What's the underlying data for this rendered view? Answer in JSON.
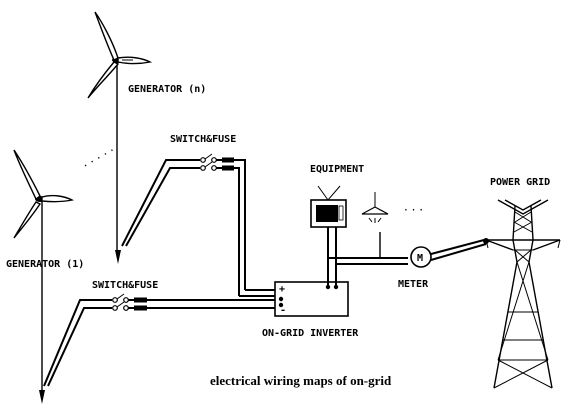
{
  "labels": {
    "generator_n": "GENERATOR (n)",
    "generator_1": "GENERATOR (1)",
    "switch_fuse_top": "SWITCH&FUSE",
    "switch_fuse_bottom": "SWITCH&FUSE",
    "equipment": "EQUIPMENT",
    "power_grid": "POWER GRID",
    "meter": "METER",
    "meter_symbol": "M",
    "inverter": "ON-GRID INVERTER",
    "inverter_plus": "+",
    "inverter_minus": "-",
    "caption": "electrical wiring maps of on-grid",
    "ellipsis_generators": "· · · · ·",
    "ellipsis_equipment": "· · ·"
  }
}
